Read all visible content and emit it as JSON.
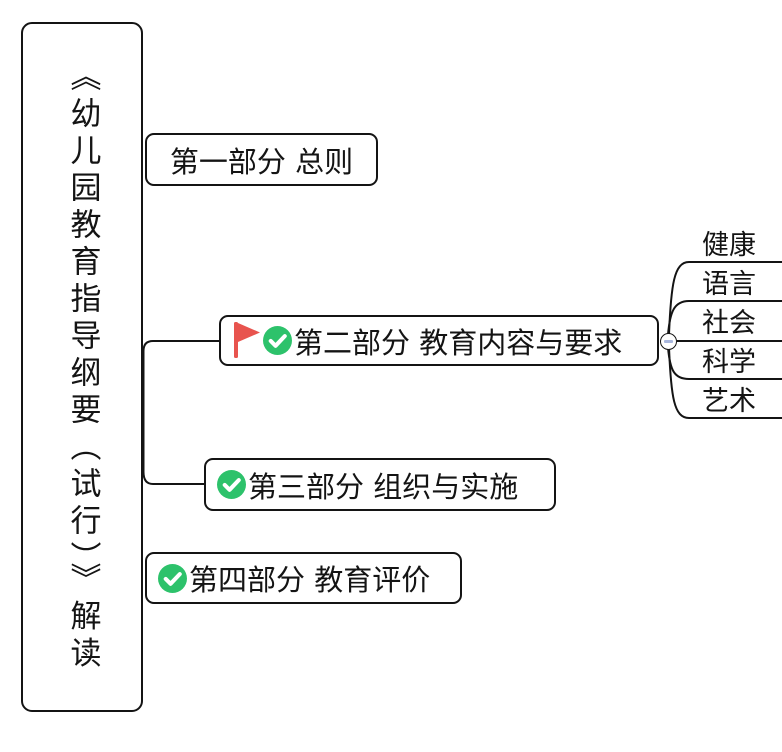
{
  "root": {
    "title": "《幼儿园教育指导纲要（试行）》解读"
  },
  "branches": [
    {
      "label": "第一部分  总则",
      "icons": []
    },
    {
      "label": "第二部分  教育内容与要求",
      "icons": [
        "red-flag",
        "green-check"
      ],
      "children": [
        "健康",
        "语言",
        "社会",
        "科学",
        "艺术"
      ],
      "collapse_handle": "minus"
    },
    {
      "label": "第三部分  组织与实施",
      "icons": [
        "green-check"
      ]
    },
    {
      "label": "第四部分  教育评价",
      "icons": [
        "green-check"
      ]
    }
  ],
  "colors": {
    "flag_red": "#E8544E",
    "check_green": "#2DC26B",
    "line_black": "#141414",
    "handle_minus_blue": "#A9B7DD",
    "background": "#FFFFFF"
  }
}
